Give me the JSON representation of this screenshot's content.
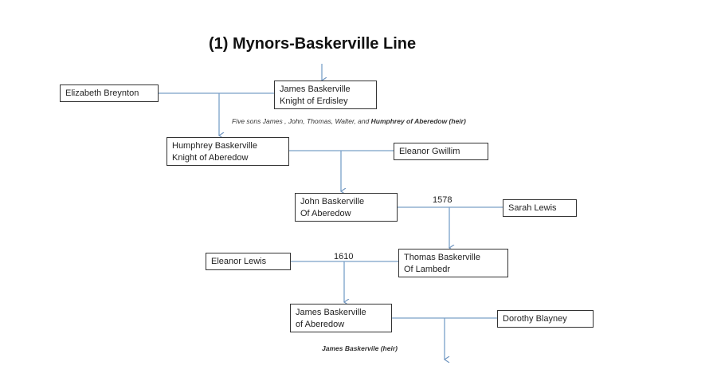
{
  "title": "(1)  Mynors-Baskerville Line",
  "people": {
    "elizabeth_breynton": "Elizabeth Breynton",
    "james_erdisley": {
      "line1": "James Baskerville",
      "line2": "Knight of Erdisley"
    },
    "humphrey": {
      "line1": "Humphrey  Baskerville",
      "line2": "Knight of Aberedow"
    },
    "eleanor_gwillim": "Eleanor Gwillim",
    "john": {
      "line1": "John Baskerville",
      "line2": "Of Aberedow"
    },
    "sarah_lewis": "Sarah Lewis",
    "eleanor_lewis": "Eleanor Lewis",
    "thomas": {
      "line1": "Thomas Baskerville",
      "line2": "Of Lambedr"
    },
    "james_aberedow": {
      "line1": "James Baskerville",
      "line2": "of Aberedow"
    },
    "dorothy_blayney": "Dorothy Blayney"
  },
  "notes": {
    "five_sons_prefix": "Five sons James , John, Thomas, Walter,  and ",
    "five_sons_heir": "Humphrey of Aberedow (heir)",
    "final_heir": "James Baskervile  (heir)"
  },
  "years": {
    "marriage_john": "1578",
    "marriage_thomas": "1610"
  }
}
